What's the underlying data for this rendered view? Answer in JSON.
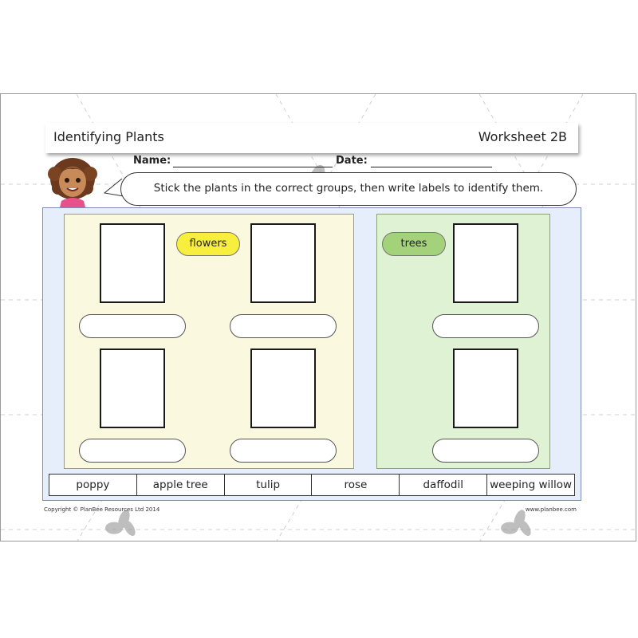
{
  "worksheet": {
    "title": "Identifying Plants",
    "number": "Worksheet 2B",
    "name_label": "Name:",
    "date_label": "Date:",
    "instruction": "Stick the plants in the correct groups, then write labels to identify them."
  },
  "groups": {
    "flowers": "flowers",
    "trees": "trees"
  },
  "word_bank": [
    "poppy",
    "apple tree",
    "tulip",
    "rose",
    "daffodil",
    "weeping willow"
  ],
  "footer": {
    "copyright": "Copyright © PlanBee Resources Ltd 2014",
    "website": "www.planbee.com"
  },
  "colors": {
    "panel_blue": "#e6edfb",
    "flowers_bg": "#fbf8e0",
    "trees_bg": "#e0f2d4",
    "flowers_pill": "#f7ee3e",
    "trees_pill": "#a3d27a"
  },
  "icons": {
    "avatar": "girl-avatar-icon",
    "watermark": "bee-watermark-icon"
  }
}
